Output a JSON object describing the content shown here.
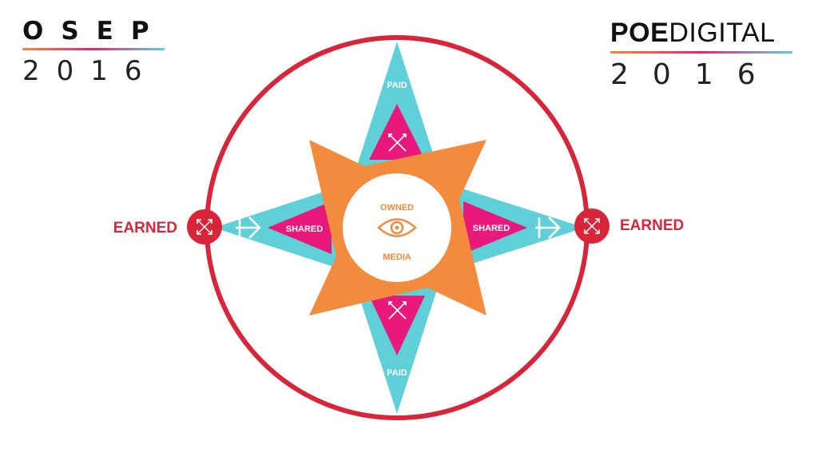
{
  "logos": {
    "left": {
      "title": "OSEP",
      "year": "2016"
    },
    "right": {
      "title_bold": "POE",
      "title_light": "DIGITAL",
      "year": "2016"
    }
  },
  "diagram": {
    "paid_top": "PAID",
    "paid_bottom": "PAID",
    "shared_left": "SHARED",
    "shared_right": "SHARED",
    "owned": "OWNED",
    "media": "MEDIA",
    "earned_left": "EARNED",
    "earned_right": "EARNED"
  },
  "colors": {
    "ring": "#d8253a",
    "teal": "#5fd0d8",
    "magenta": "#e8197a",
    "orange": "#f28b3e",
    "white": "#ffffff"
  },
  "icons": {
    "paid": "crossed-arrows-icon",
    "shared": "arrow-right-icon",
    "owned": "eye-icon",
    "earned": "expand-arrows-icon"
  }
}
